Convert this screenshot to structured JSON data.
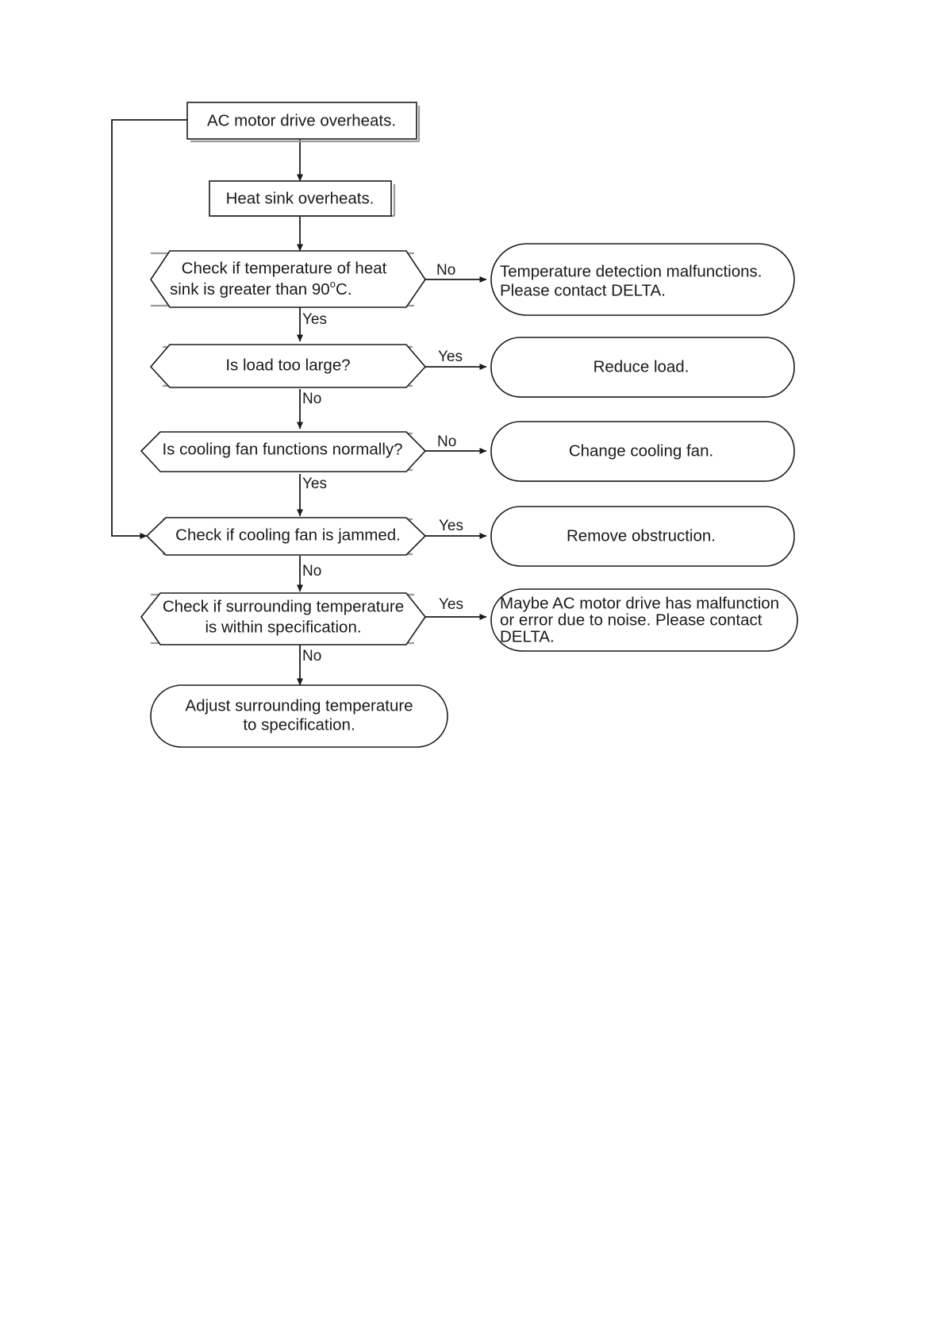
{
  "diagram": {
    "title": "AC motor drive overheats troubleshooting flowchart",
    "nodes": {
      "start": {
        "label": "AC motor drive overheats.",
        "shape": "rectangle"
      },
      "heat_sink": {
        "label": "Heat sink overheats.",
        "shape": "rectangle"
      },
      "d1_line1": "Check if temperature of heat",
      "d1_line2a": "sink is greater than 90",
      "d1_deg": "o",
      "d1_line2b": "C.",
      "d2": "Is load too large?",
      "d3": "Is cooling fan functions normally?",
      "d4": "Check if cooling fan is jammed.",
      "d5_line1": "Check if surrounding temperature",
      "d5_line2": "is within specification.",
      "a1_line1": "Temperature detection malfunctions.",
      "a1_line2": "Please contact  DELTA.",
      "a2": "Reduce load.",
      "a3": "Change cooling fan.",
      "a4": "Remove obstruction.",
      "a5_line1": "Maybe AC motor drive has malfunction",
      "a5_line2": "or error due to noise. Please contact",
      "a5_line3": "DELTA.",
      "end_line1": "Adjust surrounding temperature",
      "end_line2": "to specification."
    },
    "edge_labels": {
      "no1": "No",
      "yes1": "Yes",
      "yes2": "Yes",
      "no2": "No",
      "no3": "No",
      "yes3": "Yes",
      "yes4": "Yes",
      "no4": "No",
      "yes5": "Yes",
      "no5": "No"
    },
    "colors": {
      "stroke": "#1a1a1a",
      "shadow": "#9a9a9a",
      "background": "#ffffff",
      "text": "#1a1a1a"
    }
  }
}
